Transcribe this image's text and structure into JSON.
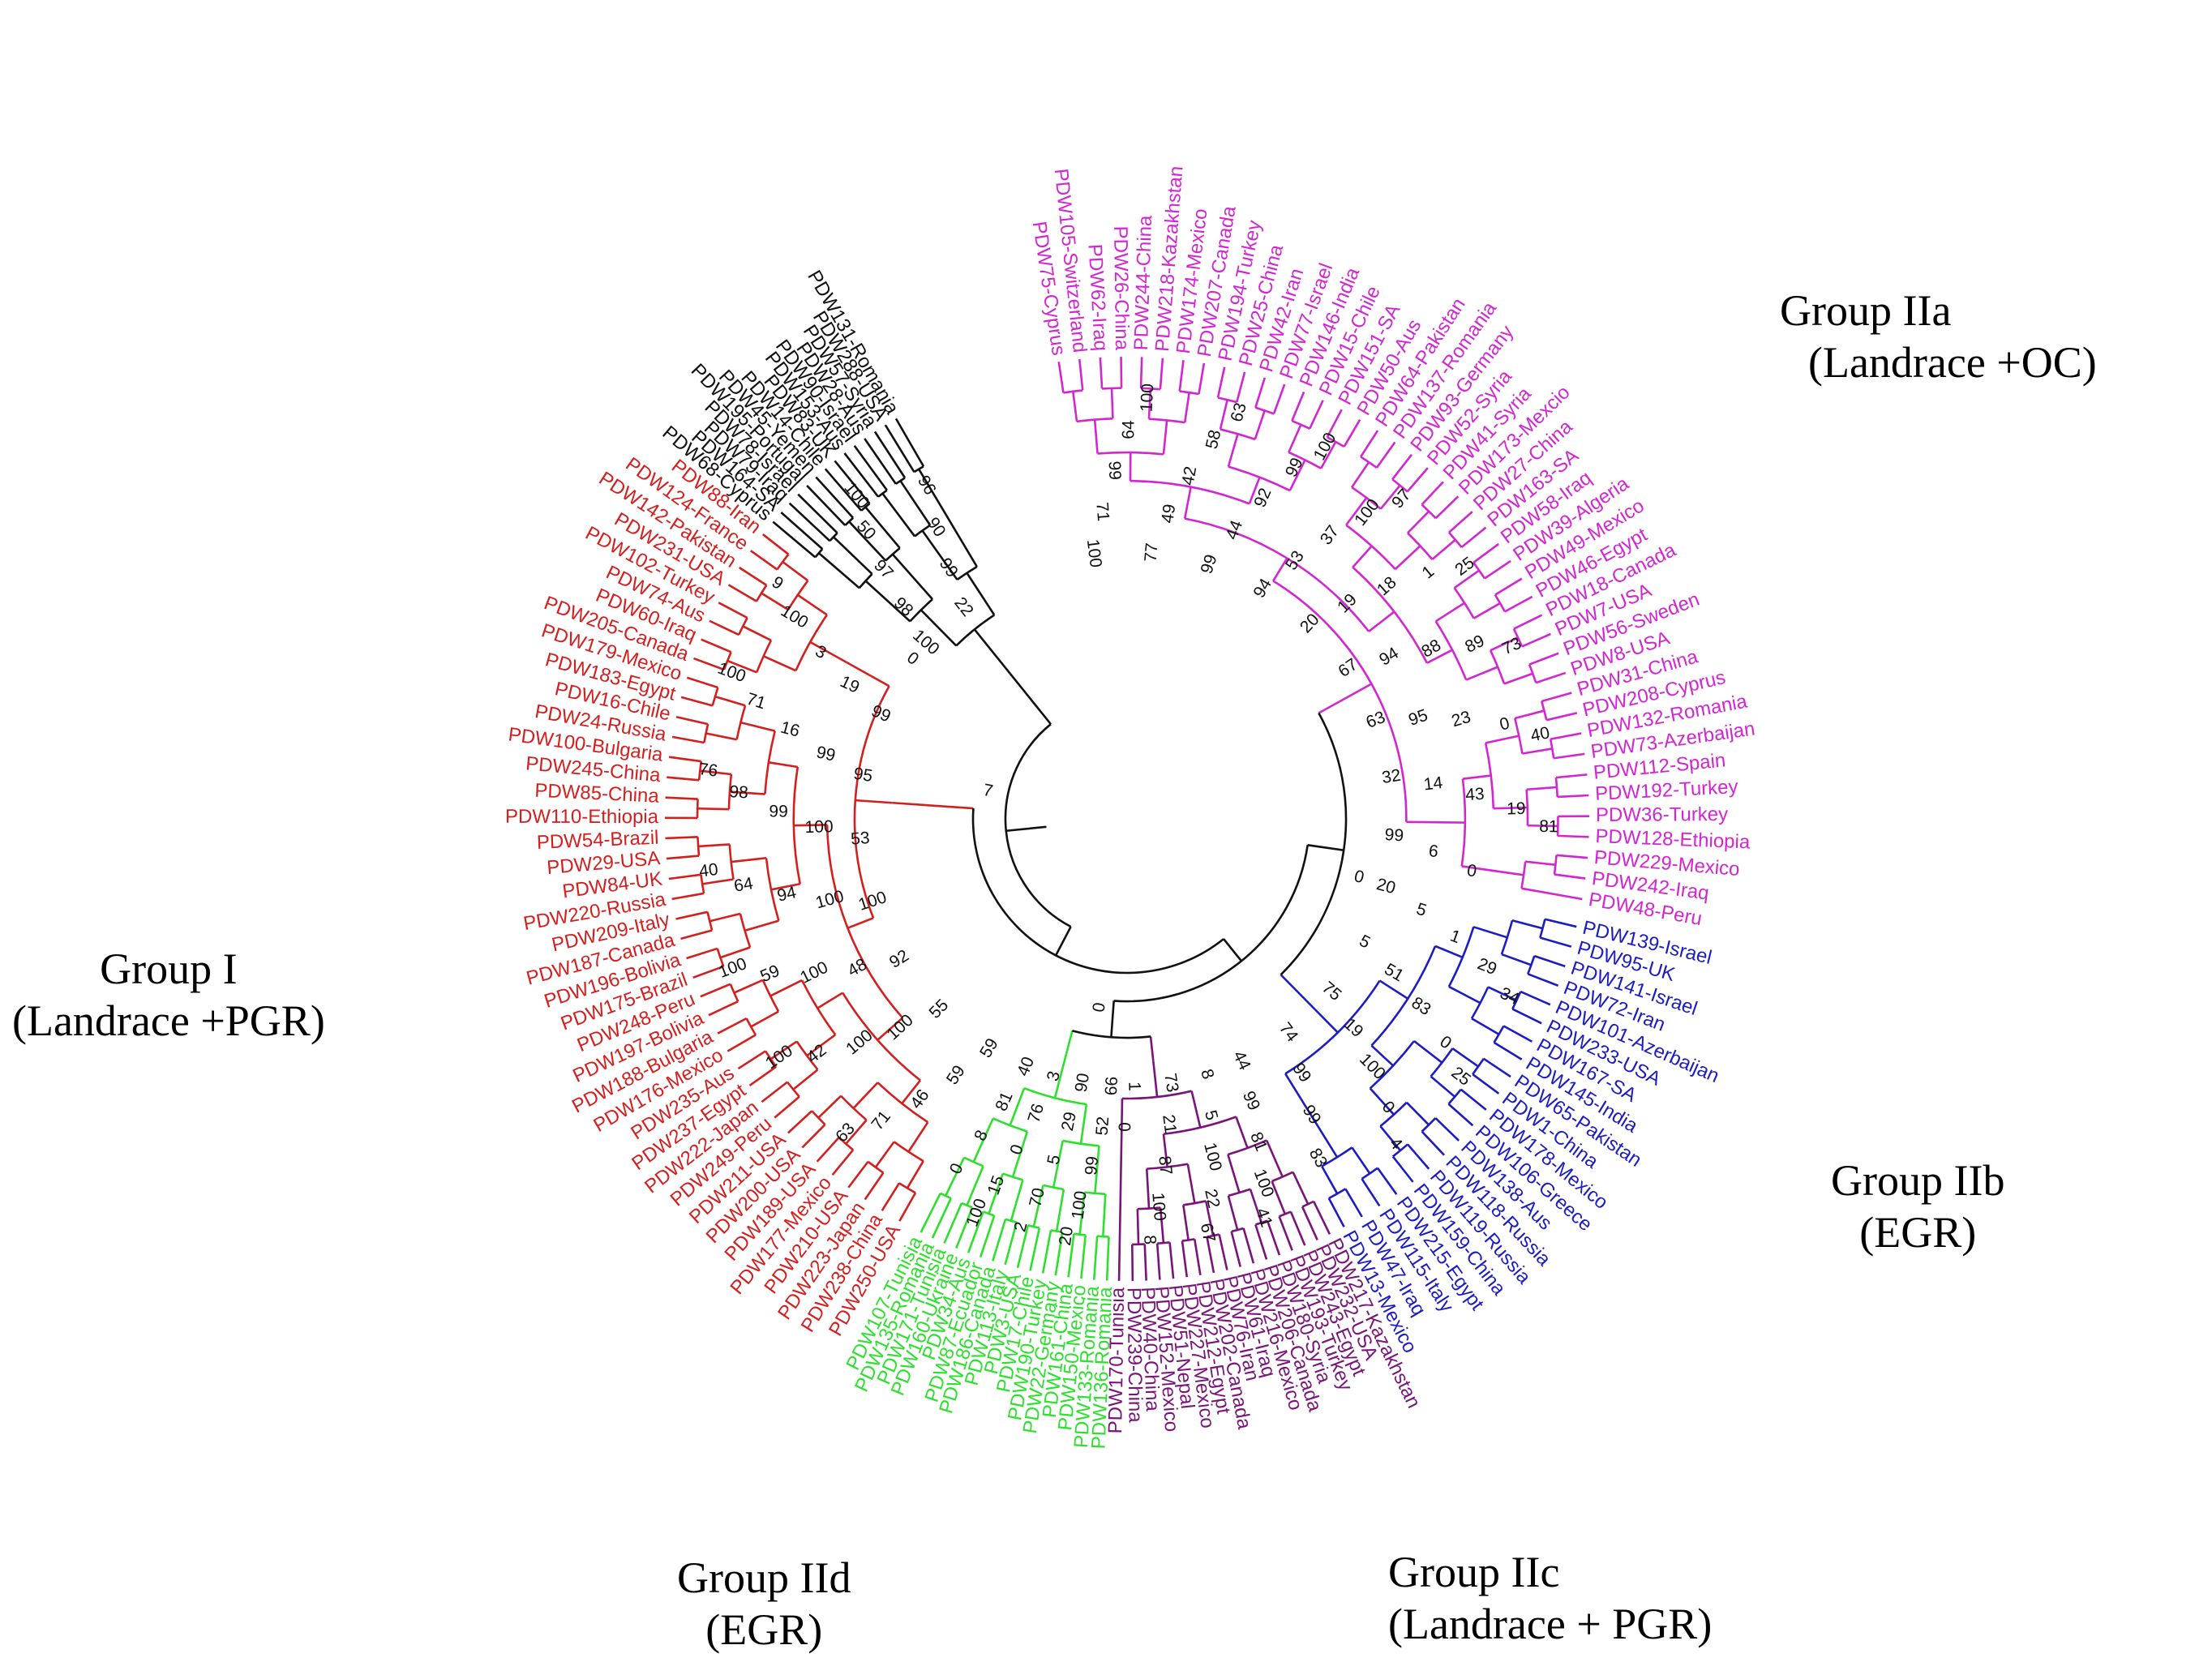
{
  "colors": {
    "black": "#111111",
    "red": "#d41f1f",
    "magenta": "#d226d2",
    "blue": "#1c1cc4",
    "purple": "#7a137a",
    "green": "#2ee02e"
  },
  "groups": {
    "I": {
      "name": "Group I",
      "note": "(Landrace +PGR)"
    },
    "IIa": {
      "name": "Group IIa",
      "note": "(Landrace +OC)"
    },
    "IIb": {
      "name": "Group IIb",
      "note": "(EGR)"
    },
    "IIc": {
      "name": "Group IIc",
      "note": "(Landrace + PGR)"
    },
    "IId": {
      "name": "Group IId",
      "note": "(EGR)"
    }
  },
  "clades": [
    {
      "id": "IIa",
      "color": "magenta",
      "labels": [
        "PDW75-Cyprus",
        "PDW105-Switzerland",
        "PDW62-Iraq",
        "PDW26-China",
        "PDW244-China",
        "PDW218-Kazakhstan",
        "PDW174-Mexico",
        "PDW207-Canada",
        "PDW194-Turkey",
        "PDW25-China",
        "PDW42-Iran",
        "PDW77-Israel",
        "PDW146-India",
        "PDW15-Chile",
        "PDW151-SA",
        "PDW50-Aus",
        "PDW64-Pakistan",
        "PDW137-Romania",
        "PDW93-Germany",
        "PDW52-Syria",
        "PDW41-Syria",
        "PDW173-Mexcio",
        "PDW27-China",
        "PDW163-SA",
        "PDW58-Iraq",
        "PDW39-Algeria",
        "PDW49-Mexico",
        "PDW46-Egypt",
        "PDW18-Canada",
        "PDW7-USA",
        "PDW56-Sweden",
        "PDW8-USA",
        "PDW31-China",
        "PDW208-Cyprus",
        "PDW132-Romania",
        "PDW73-Azerbaijan",
        "PDW112-Spain",
        "PDW192-Turkey",
        "PDW36-Turkey",
        "PDW128-Ethiopia",
        "PDW229-Mexico",
        "PDW242-Iraq",
        "PDW48-Peru"
      ]
    },
    {
      "id": "IIb",
      "color": "blue",
      "labels": [
        "PDW139-Israel",
        "PDW95-UK",
        "PDW141-Israel",
        "PDW72-Iran",
        "PDW101-Azerbaijan",
        "PDW233-USA",
        "PDW167-SA",
        "PDW145-India",
        "PDW65-Pakistan",
        "PDW1-China",
        "PDW178-Mexico",
        "PDW106-Greece",
        "PDW138-Aus",
        "PDW118-Russia",
        "PDW119-Russia",
        "PDW159-China",
        "PDW215-Egypt",
        "PDW115-Italy",
        "PDW47-Iraq",
        "PDW13-Mexico"
      ]
    },
    {
      "id": "IIc",
      "color": "purple",
      "labels": [
        "PDW217-Kazakhstan",
        "PDW232-USA",
        "PDW243-Egypt",
        "PDW193-Turkey",
        "PDW180-Syria",
        "PDW206-Canada",
        "PDW216-Mexico",
        "PDW61-Iraq",
        "PDW76-Iran",
        "PDW202-Canada",
        "PDW212-Egypt",
        "PDW227-Mexico",
        "PDW51-Nepal",
        "PDW152-Mexico",
        "PDW40-China",
        "PDW239-China",
        "PDW170-Tunisia"
      ]
    },
    {
      "id": "IId",
      "color": "green",
      "labels": [
        "PDW136-Romania",
        "PDW133-Romania",
        "PDW150-Mexico",
        "PDW161-China",
        "PDW22-Germany",
        "PDW190-Turkey",
        "PDW17-Chile",
        "PDW3-USA",
        "PDW113-Italy",
        "PDW186-Canada",
        "PDW87-Ecuador",
        "PDW34-Aus",
        "PDW160-Ukraine",
        "PDW171-Tunisia",
        "PDW135-Romania",
        "PDW107-Tunisia"
      ]
    },
    {
      "id": "I",
      "color": "red",
      "labels": [
        "PDW250-USA",
        "PDW238-China",
        "PDW223-Japan",
        "PDW210-USA",
        "PDW177-Mexico",
        "PDW189-USA",
        "PDW200-USA",
        "PDW211-USA",
        "PDW249-Peru",
        "PDW222-Japan",
        "PDW237-Egypt",
        "PDW235-Aus",
        "PDW176-Mexico",
        "PDW188-Bulgaria",
        "PDW197-Bolivia",
        "PDW248-Peru",
        "PDW175-Brazil",
        "PDW196-Bolivia",
        "PDW187-Canada",
        "PDW209-Italy",
        "PDW220-Russia",
        "PDW84-UK",
        "PDW29-USA",
        "PDW54-Brazil",
        "PDW110-Ethiopia",
        "PDW85-China",
        "PDW245-China",
        "PDW100-Bulgaria",
        "PDW24-Russia",
        "PDW16-Chile",
        "PDW183-Egypt",
        "PDW179-Mexico",
        "PDW205-Canada",
        "PDW60-Iraq",
        "PDW74-Aus",
        "PDW102-Turkey",
        "PDW231-USA",
        "PDW142-Pakistan",
        "PDW124-France",
        "PDW88-Iran"
      ]
    },
    {
      "id": "black",
      "color": "black",
      "labels": [
        "PDW68-Cyprus",
        "PDW164-SA",
        "PDW79-Iraq",
        "PDW78-Israel",
        "PDW195-Portugal",
        "PDW45-Yemen",
        "PDW14-Chile",
        "PDW83-UK",
        "PDW153-Aus",
        "PDW90-Israel",
        "PDW28-Aus",
        "PDW57-Syria",
        "PDW288-USA",
        "PDW131-Romania"
      ]
    }
  ],
  "bootstrap": [
    {
      "v": "100",
      "clade": "IIa",
      "pos": 0.2
    },
    {
      "v": "71",
      "clade": "IIa",
      "pos": 2.3
    },
    {
      "v": "99",
      "clade": "IIa",
      "pos": 3.1
    },
    {
      "v": "64",
      "clade": "IIa",
      "pos": 6.2
    },
    {
      "v": "100",
      "clade": "IIa",
      "pos": 6.9
    },
    {
      "v": "77",
      "clade": "IIa",
      "pos": 8.4
    },
    {
      "v": "49",
      "clade": "IIa",
      "pos": 9.3
    },
    {
      "v": "42",
      "clade": "IIa",
      "pos": 10.4
    },
    {
      "v": "58",
      "clade": "IIa",
      "pos": 3.6
    },
    {
      "v": "63",
      "clade": "IIa",
      "pos": 5.9
    },
    {
      "v": "99",
      "clade": "IIa",
      "pos": 9.4
    },
    {
      "v": "44",
      "clade": "IIa",
      "pos": 11.9
    },
    {
      "v": "92",
      "clade": "IIa",
      "pos": 15.6
    },
    {
      "v": "99",
      "clade": "IIa",
      "pos": 17.1
    },
    {
      "v": "100",
      "clade": "IIa",
      "pos": 15.9
    },
    {
      "v": "94",
      "clade": "IIa",
      "pos": 16.4
    },
    {
      "v": "53",
      "clade": "IIa",
      "pos": 16.7
    },
    {
      "v": "37",
      "clade": "IIa",
      "pos": 17.0
    },
    {
      "v": "100",
      "clade": "IIa",
      "pos": 21.1
    },
    {
      "v": "97",
      "clade": "IIa",
      "pos": 22.0
    },
    {
      "v": "20",
      "clade": "IIa",
      "pos": 18.6
    },
    {
      "v": "19",
      "clade": "IIa",
      "pos": 1.9
    },
    {
      "v": "18",
      "clade": "IIa",
      "pos": 11.2
    },
    {
      "v": "1",
      "clade": "IIa",
      "pos": 12.6
    },
    {
      "v": "25",
      "clade": "IIa",
      "pos": 27.1
    },
    {
      "v": "67",
      "clade": "IIa",
      "pos": 27.8
    },
    {
      "v": "94",
      "clade": "IIa",
      "pos": 28.0
    },
    {
      "v": "88",
      "clade": "IIa",
      "pos": 28.0
    },
    {
      "v": "89",
      "clade": "IIa",
      "pos": 29.5
    },
    {
      "v": "73",
      "clade": "IIa",
      "pos": 30.4
    },
    {
      "v": "63",
      "clade": "IIa",
      "pos": 31.3
    },
    {
      "v": "95",
      "clade": "IIa",
      "pos": 33.4
    },
    {
      "v": "23",
      "clade": "IIa",
      "pos": 32.0
    },
    {
      "v": "0",
      "clade": "IIa",
      "pos": 28.0
    },
    {
      "v": "40",
      "clade": "IIa",
      "pos": 36.0
    },
    {
      "v": "32",
      "clade": "IIa",
      "pos": 37.0
    },
    {
      "v": "14",
      "clade": "IIa",
      "pos": 35.4
    },
    {
      "v": "43",
      "clade": "IIa",
      "pos": 39.4
    },
    {
      "v": "19",
      "clade": "IIa",
      "pos": 39.8
    },
    {
      "v": "81",
      "clade": "IIa",
      "pos": 41.0
    },
    {
      "v": "99",
      "clade": "IIa",
      "pos": 41.9
    },
    {
      "v": "6",
      "clade": "IIa",
      "pos": 40.3
    },
    {
      "v": "0",
      "clade": "IIa",
      "pos": 38.4
    },
    {
      "v": "20",
      "clade": "IIb",
      "pos": -0.4
    },
    {
      "v": "5",
      "clade": "IIb",
      "pos": -0.2
    },
    {
      "v": "1",
      "clade": "IIb",
      "pos": 0.9
    },
    {
      "v": "29",
      "clade": "IIb",
      "pos": 1.8
    },
    {
      "v": "34",
      "clade": "IIb",
      "pos": 3.8
    },
    {
      "v": "5",
      "clade": "IIb",
      "pos": 3.4
    },
    {
      "v": "51",
      "clade": "IIb",
      "pos": 4.9
    },
    {
      "v": "83",
      "clade": "IIb",
      "pos": 5.0
    },
    {
      "v": "0",
      "clade": "IIb",
      "pos": 2.2
    },
    {
      "v": "25",
      "clade": "IIb",
      "pos": 6.5
    },
    {
      "v": "75",
      "clade": "IIb",
      "pos": 6.9
    },
    {
      "v": "19",
      "clade": "IIb",
      "pos": 7.4
    },
    {
      "v": "100",
      "clade": "IIb",
      "pos": 8.1
    },
    {
      "v": "0",
      "clade": "IIb",
      "pos": 5.3
    },
    {
      "v": "4",
      "clade": "IIb",
      "pos": 8.7
    },
    {
      "v": "74",
      "clade": "IIb",
      "pos": 9.5
    },
    {
      "v": "99",
      "clade": "IIb",
      "pos": 11.8
    },
    {
      "v": "99",
      "clade": "IIb",
      "pos": 12.7
    },
    {
      "v": "83",
      "clade": "IIb",
      "pos": 11.2
    },
    {
      "v": "44",
      "clade": "IIc",
      "pos": 1.2
    },
    {
      "v": "99",
      "clade": "IIc",
      "pos": 0.3
    },
    {
      "v": "81",
      "clade": "IIc",
      "pos": 2.2
    },
    {
      "v": "100",
      "clade": "IIc",
      "pos": 3.9
    },
    {
      "v": "41",
      "clade": "IIc",
      "pos": 4.1
    },
    {
      "v": "8",
      "clade": "IIc",
      "pos": 5.7
    },
    {
      "v": "5",
      "clade": "IIc",
      "pos": 7.0
    },
    {
      "v": "100",
      "clade": "IIc",
      "pos": 7.0
    },
    {
      "v": "22",
      "clade": "IIc",
      "pos": 8.5
    },
    {
      "v": "67",
      "clade": "IIc",
      "pos": 9.5
    },
    {
      "v": "73",
      "clade": "IIc",
      "pos": 11.3
    },
    {
      "v": "21",
      "clade": "IIc",
      "pos": 12.5
    },
    {
      "v": "87",
      "clade": "IIc",
      "pos": 13.6
    },
    {
      "v": "100",
      "clade": "IIc",
      "pos": 14.8
    },
    {
      "v": "8",
      "clade": "IIc",
      "pos": 15.2
    },
    {
      "v": "1",
      "clade": "IIc",
      "pos": 10.6
    },
    {
      "v": "0",
      "clade": "IIc",
      "pos": 8.0
    },
    {
      "v": "66",
      "clade": "IId",
      "pos": 0.4
    },
    {
      "v": "52",
      "clade": "IId",
      "pos": 0.9
    },
    {
      "v": "99",
      "clade": "IId",
      "pos": 2.5
    },
    {
      "v": "100",
      "clade": "IId",
      "pos": 3.1
    },
    {
      "v": "20",
      "clade": "IId",
      "pos": 1.5
    },
    {
      "v": "90",
      "clade": "IId",
      "pos": 4.2
    },
    {
      "v": "29",
      "clade": "IId",
      "pos": 5.5
    },
    {
      "v": "5",
      "clade": "IId",
      "pos": 6.5
    },
    {
      "v": "70",
      "clade": "IId",
      "pos": 7.7
    },
    {
      "v": "2",
      "clade": "IId",
      "pos": 4.5
    },
    {
      "v": "3",
      "clade": "IId",
      "pos": 7.2
    },
    {
      "v": "76",
      "clade": "IId",
      "pos": 10.8
    },
    {
      "v": "0",
      "clade": "IId",
      "pos": 7.5
    },
    {
      "v": "15",
      "clade": "IId",
      "pos": 13.9
    },
    {
      "v": "100",
      "clade": "IId",
      "pos": 14.3
    },
    {
      "v": "40",
      "clade": "IId",
      "pos": 15.0
    },
    {
      "v": "81",
      "clade": "IId",
      "pos": 14.6
    },
    {
      "v": "8",
      "clade": "IId",
      "pos": 14.8
    },
    {
      "v": "0",
      "clade": "IId",
      "pos": 16.0
    },
    {
      "v": "59",
      "clade": "I",
      "pos": 3.0
    },
    {
      "v": "59",
      "clade": "I",
      "pos": 4.9
    },
    {
      "v": "46",
      "clade": "I",
      "pos": 6.0
    },
    {
      "v": "71",
      "clade": "I",
      "pos": 6.3
    },
    {
      "v": "63",
      "clade": "I",
      "pos": 8.0
    },
    {
      "v": "55",
      "clade": "I",
      "pos": 7.0
    },
    {
      "v": "100",
      "clade": "I",
      "pos": 10.5
    },
    {
      "v": "100",
      "clade": "I",
      "pos": 9.1
    },
    {
      "v": "42",
      "clade": "I",
      "pos": 10.4
    },
    {
      "v": "100",
      "clade": "I",
      "pos": 12.6
    },
    {
      "v": "92",
      "clade": "I",
      "pos": 13.1
    },
    {
      "v": "48",
      "clade": "I",
      "pos": 15.4
    },
    {
      "v": "100",
      "clade": "I",
      "pos": 15.7
    },
    {
      "v": "59",
      "clade": "I",
      "pos": 17.3
    },
    {
      "v": "100",
      "clade": "I",
      "pos": 16.9
    },
    {
      "v": "100",
      "clade": "I",
      "pos": 19.3
    },
    {
      "v": "100",
      "clade": "I",
      "pos": 19.8
    },
    {
      "v": "94",
      "clade": "I",
      "pos": 17.1
    },
    {
      "v": "64",
      "clade": "I",
      "pos": 19.4
    },
    {
      "v": "40",
      "clade": "I",
      "pos": 21.3
    },
    {
      "v": "53",
      "clade": "I",
      "pos": 24.5
    },
    {
      "v": "100",
      "clade": "I",
      "pos": 23.5
    },
    {
      "v": "99",
      "clade": "I",
      "pos": 24.2
    },
    {
      "v": "98",
      "clade": "I",
      "pos": 25.4
    },
    {
      "v": "76",
      "clade": "I",
      "pos": 27.1
    },
    {
      "v": "95",
      "clade": "I",
      "pos": 28.7
    },
    {
      "v": "99",
      "clade": "I",
      "pos": 27.2
    },
    {
      "v": "16",
      "clade": "I",
      "pos": 23.5
    },
    {
      "v": "71",
      "clade": "I",
      "pos": 30.9
    },
    {
      "v": "100",
      "clade": "I",
      "pos": 31.6
    },
    {
      "v": "99",
      "clade": "I",
      "pos": 32.6
    },
    {
      "v": "19",
      "clade": "I",
      "pos": 33.0
    },
    {
      "v": "3",
      "clade": "I",
      "pos": 26.0
    },
    {
      "v": "100",
      "clade": "I",
      "pos": 37.0
    },
    {
      "v": "9",
      "clade": "I",
      "pos": 37.5
    },
    {
      "v": "0",
      "clade": "I",
      "pos": 30.5
    },
    {
      "v": "100",
      "clade": "black",
      "pos": 0.7
    },
    {
      "v": "98",
      "clade": "black",
      "pos": 3.0
    },
    {
      "v": "97",
      "clade": "black",
      "pos": 5.5
    },
    {
      "v": "50",
      "clade": "black",
      "pos": 6.9
    },
    {
      "v": "100",
      "clade": "black",
      "pos": 7.0
    },
    {
      "v": "22",
      "clade": "black",
      "pos": 7.0
    },
    {
      "v": "99",
      "clade": "black",
      "pos": 8.8
    },
    {
      "v": "90",
      "clade": "black",
      "pos": 12.4
    },
    {
      "v": "96",
      "clade": "black",
      "pos": 11.4
    },
    {
      "v": "7",
      "clade": "root",
      "pos": 0
    },
    {
      "v": "0",
      "clade": "root",
      "pos": 1
    },
    {
      "v": "0",
      "clade": "root",
      "pos": 2
    }
  ]
}
